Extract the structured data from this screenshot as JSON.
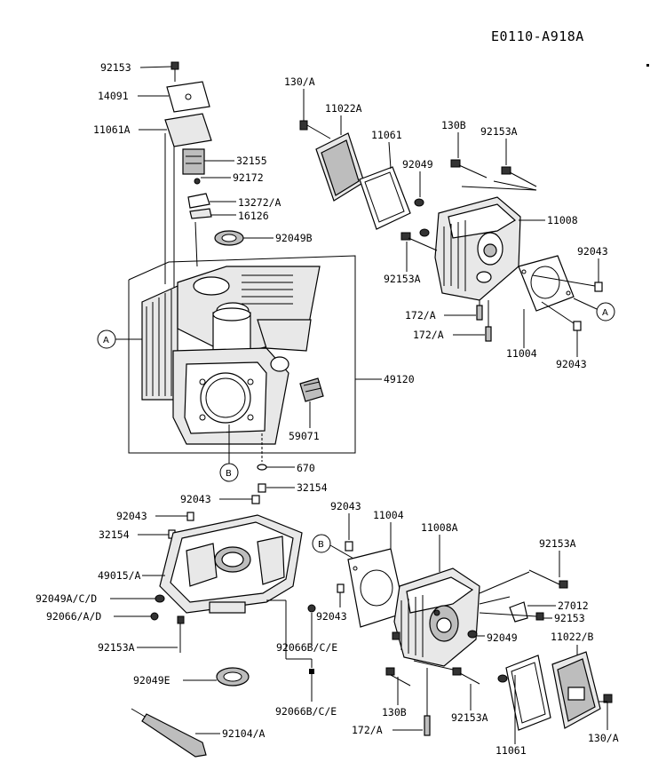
{
  "diagram_code": "E0110-A918A",
  "ref_markers": {
    "a": "A",
    "b": "B"
  },
  "labels": {
    "p92153_top": "92153",
    "p14091": "14091",
    "p11061A": "11061A",
    "p32155": "32155",
    "p92172": "92172",
    "p13272A": "13272/A",
    "p16126": "16126",
    "p92049B": "92049B",
    "p130A_top": "130/A",
    "p11022A": "11022A",
    "p11061_top": "11061",
    "p130B_top": "130B",
    "p92153A_top": "92153A",
    "p92049_top": "92049",
    "p11008": "11008",
    "p92043_r1": "92043",
    "p92153A_mid": "92153A",
    "p172A_1": "172/A",
    "p172A_2": "172/A",
    "p11004_top": "11004",
    "p92043_r2": "92043",
    "p49120": "49120",
    "p59071": "59071",
    "p670": "670",
    "p32154_top": "32154",
    "p92043_l1": "92043",
    "p92043_l2": "92043",
    "p32154_l": "32154",
    "p49015A": "49015/A",
    "p92049ACD": "92049A/C/D",
    "p92066AD": "92066/A/D",
    "p92153A_bl": "92153A",
    "p92049E": "92049E",
    "p92104A": "92104/A",
    "p92066BCE_1": "92066B/C/E",
    "p92066BCE_2": "92066B/C/E",
    "p92043_m": "92043",
    "p11004_bot": "11004",
    "p11008A": "11008A",
    "p92043_mb": "92043",
    "p92153A_br": "92153A",
    "p27012": "27012",
    "p92153_br": "92153",
    "p92049_bot": "92049",
    "p11022B": "11022/B",
    "p130B_bot": "130B",
    "p92153A_bb": "92153A",
    "p172A_bot": "172/A",
    "p11061_bot": "11061",
    "p130A_bot": "130/A"
  }
}
